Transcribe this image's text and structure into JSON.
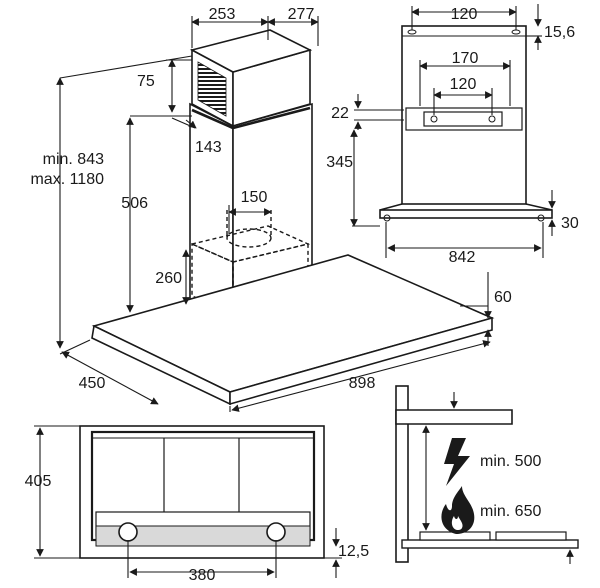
{
  "colors": {
    "stroke": "#1a1a1a",
    "fill_light": "#ffffff",
    "fill_grey": "#d9d9d9"
  },
  "main_view": {
    "chimney_depth": "253",
    "chimney_width": "277",
    "chimney_top_offset": "75",
    "outlet_offset": "143",
    "outlet_diameter": "150",
    "height_min": "min. 843",
    "height_max": "max. 1180",
    "canopy_to_top": "506",
    "motor_height": "260",
    "canopy_thickness": "60",
    "canopy_depth": "450",
    "canopy_width": "898"
  },
  "front_view": {
    "bracket_width": "120",
    "bracket_thickness": "15,6",
    "holes_outer": "170",
    "holes_inner": "120",
    "bracket_offset": "22",
    "bracket_height": "345",
    "screw_offset": "30",
    "screw_span": "842"
  },
  "bottom_view": {
    "depth": "405",
    "light_span": "380",
    "edge_offset": "12,5"
  },
  "clearance": {
    "electric": "min. 500",
    "gas": "min. 650"
  }
}
